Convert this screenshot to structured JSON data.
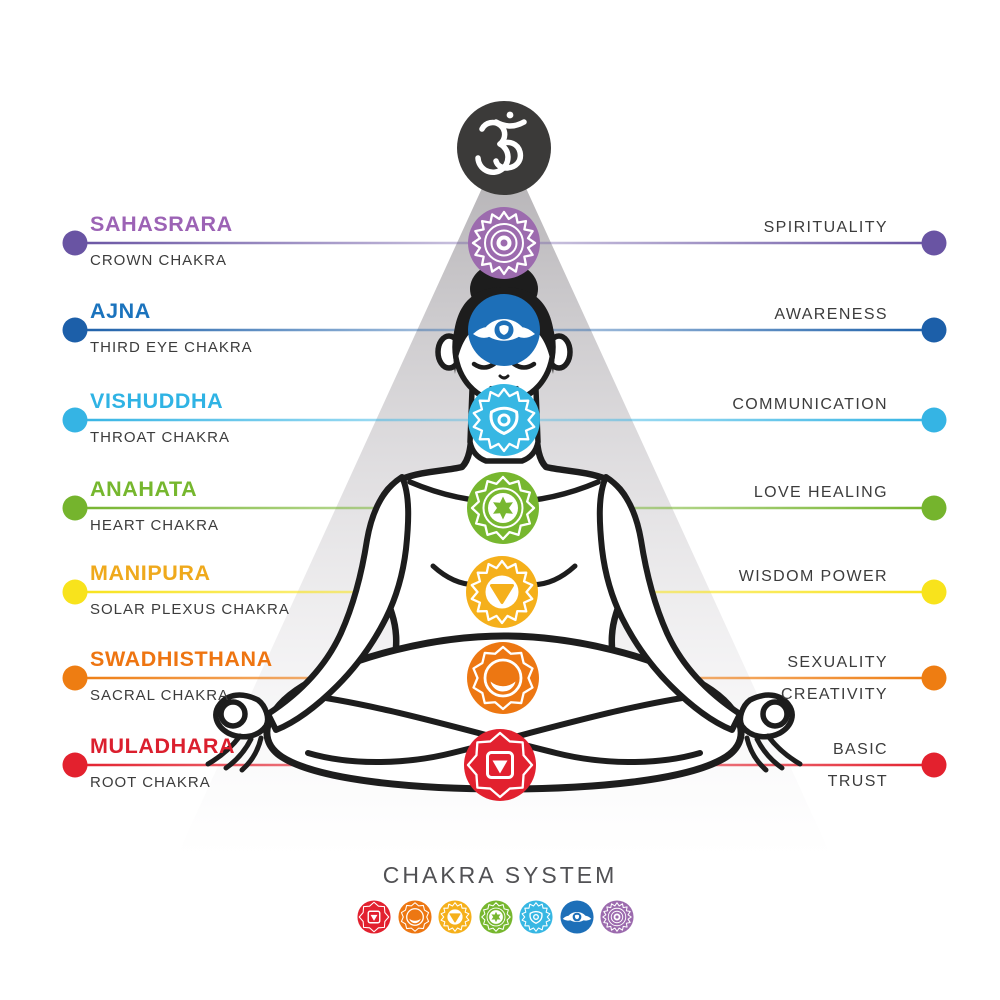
{
  "om": {
    "symbol_name": "om-icon",
    "bg": "#3b3a39",
    "fg": "#ffffff"
  },
  "cone": {
    "top": "#a3a0a4",
    "mid": "#c7c4c8",
    "bottom": "#e4e2e6"
  },
  "outline": "#1d1d1d",
  "footer": {
    "title": "CHAKRA SYSTEM",
    "title_color": "#515154"
  },
  "chakras": [
    {
      "name": "SAHASRARA",
      "subtitle": "CROWN CHAKRA",
      "meaning": [
        "SPIRITUALITY"
      ],
      "color": "#9c63b5",
      "circle_color": "#9c6bae",
      "dot_color": "#6954a3"
    },
    {
      "name": "AJNA",
      "subtitle": "THIRD EYE CHAKRA",
      "meaning": [
        "AWARENESS"
      ],
      "color": "#1b73bd",
      "circle_color": "#1d6fb8",
      "dot_color": "#1c5fa9"
    },
    {
      "name": "VISHUDDHA",
      "subtitle": "THROAT CHAKRA",
      "meaning": [
        "COMMUNICATION"
      ],
      "color": "#2fb3e4",
      "circle_color": "#37b7e3",
      "dot_color": "#35b4e4"
    },
    {
      "name": "ANAHATA",
      "subtitle": "HEART CHAKRA",
      "meaning": [
        "LOVE HEALING"
      ],
      "color": "#76b72e",
      "circle_color": "#77b72f",
      "dot_color": "#75b42d"
    },
    {
      "name": "MANIPURA",
      "subtitle": "SOLAR PLEXUS CHAKRA",
      "meaning": [
        "WISDOM POWER"
      ],
      "color": "#efa91c",
      "circle_color": "#f5b01b",
      "dot_color": "#f8e31c"
    },
    {
      "name": "SWADHISTHANA",
      "subtitle": "SACRAL CHAKRA",
      "meaning": [
        "SEXUALITY",
        "CREATIVITY"
      ],
      "color": "#ee7511",
      "circle_color": "#ed7712",
      "dot_color": "#ee7d12"
    },
    {
      "name": "MULADHARA",
      "subtitle": "ROOT CHAKRA",
      "meaning": [
        "BASIC",
        "TRUST"
      ],
      "color": "#db1f2e",
      "circle_color": "#e2212f",
      "dot_color": "#e3212e"
    }
  ]
}
